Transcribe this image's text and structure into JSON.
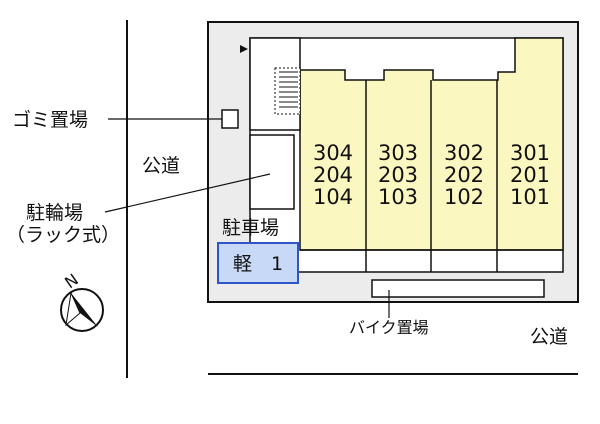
{
  "labels": {
    "garbage": "ゴミ置場",
    "public_road_west": "公道",
    "public_road_south": "公道",
    "bicycle_parking_line1": "駐輪場",
    "bicycle_parking_line2": "（ラック式）",
    "car_parking": "駐車場",
    "kei_parking": "軽　1",
    "bike_parking": "バイク置場",
    "north_mark": "N"
  },
  "units": [
    {
      "col": "304",
      "floors": [
        "304",
        "204",
        "104"
      ]
    },
    {
      "col": "303",
      "floors": [
        "303",
        "203",
        "103"
      ]
    },
    {
      "col": "302",
      "floors": [
        "302",
        "202",
        "102"
      ]
    },
    {
      "col": "301",
      "floors": [
        "301",
        "201",
        "101"
      ]
    }
  ],
  "colors": {
    "building_fill": "#fbf7c1",
    "kei_fill": "#c8d8f7",
    "kei_border": "#2f56c9",
    "site_fill": "#ececec",
    "line": "#111111"
  }
}
